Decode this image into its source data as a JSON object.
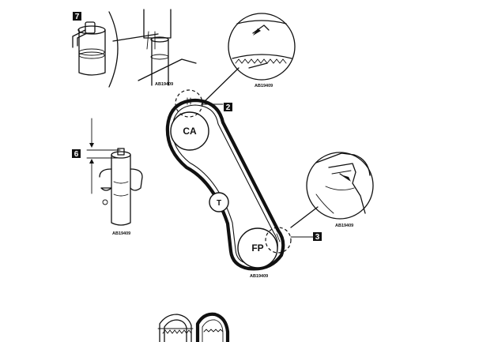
{
  "callouts": {
    "seven": "7",
    "six": "6",
    "two": "2",
    "three": "3"
  },
  "pulleys": {
    "camshaft": "CA",
    "tensioner": "T",
    "fuel_pump": "FP"
  },
  "ref_codes": {
    "detail_7": "AB19409",
    "detail_2": "AB19409",
    "detail_6": "AB19409",
    "detail_3": "AB19409",
    "main": "AB19409"
  }
}
